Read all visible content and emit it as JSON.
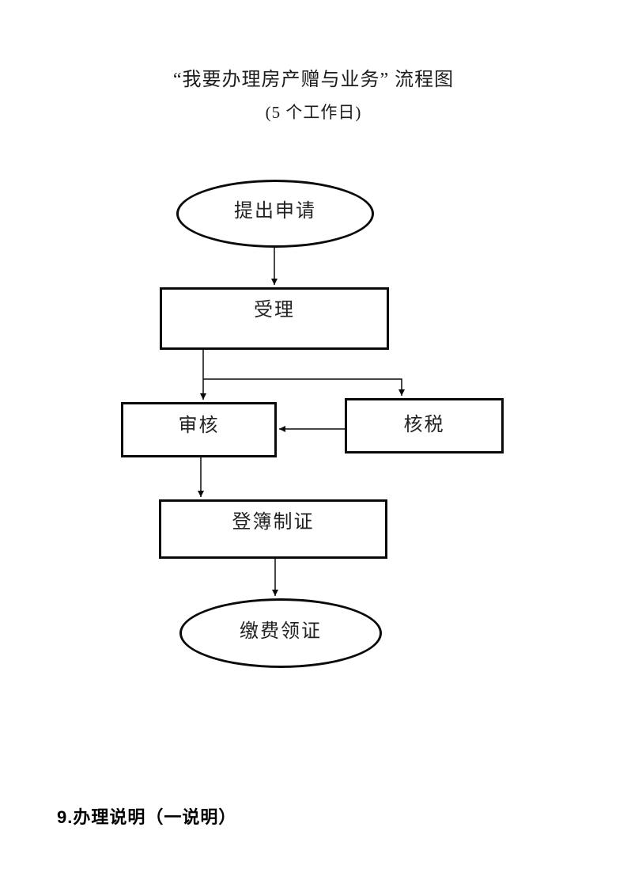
{
  "document": {
    "title": "“我要办理房产赠与业务” 流程图",
    "subtitle": "(5 个工作日)",
    "section_heading": "9.办理说明（一说明）"
  },
  "flowchart": {
    "type": "flowchart",
    "nodes": [
      {
        "id": "start",
        "shape": "ellipse",
        "label": "提出申请"
      },
      {
        "id": "accept",
        "shape": "rect",
        "label": "受理"
      },
      {
        "id": "review",
        "shape": "rect",
        "label": "审核"
      },
      {
        "id": "tax",
        "shape": "rect",
        "label": "核税"
      },
      {
        "id": "register",
        "shape": "rect",
        "label": "登簿制证"
      },
      {
        "id": "end",
        "shape": "ellipse",
        "label": "缴费领证"
      }
    ],
    "edges": [
      {
        "from": "提出申请",
        "to": "受理"
      },
      {
        "from": "受理",
        "to": "审核"
      },
      {
        "from": "受理",
        "to": "核税"
      },
      {
        "from": "核税",
        "to": "审核"
      },
      {
        "from": "审核",
        "to": "登簿制证"
      },
      {
        "from": "登簿制证",
        "to": "缴费领证"
      }
    ],
    "colors": {
      "stroke": "#0a0a0a",
      "text": "#222222",
      "background": "#ffffff"
    }
  }
}
